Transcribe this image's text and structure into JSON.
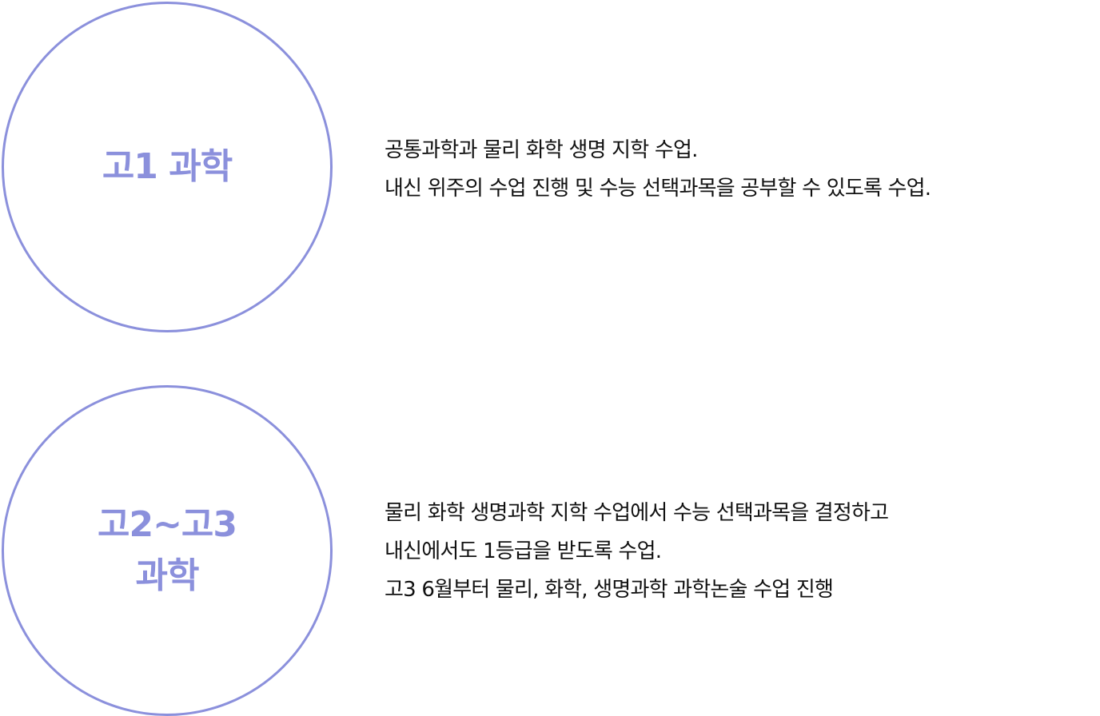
{
  "courses": [
    {
      "title_lines": [
        "고1 과학"
      ],
      "description_lines": [
        "공통과학과 물리 화학 생명 지학 수업.",
        "내신 위주의 수업 진행 및 수능 선택과목을 공부할 수 있도록 수업."
      ]
    },
    {
      "title_lines": [
        "고2~고3",
        "과학"
      ],
      "description_lines": [
        "물리 화학 생명과학 지학 수업에서 수능 선택과목을 결정하고",
        "내신에서도 1등급을 받도록 수업.",
        "고3 6월부터 물리, 화학, 생명과학 과학논술 수업 진행"
      ]
    }
  ],
  "colors": {
    "accent": "#8b90dc",
    "text": "#111111",
    "background": "#ffffff"
  }
}
